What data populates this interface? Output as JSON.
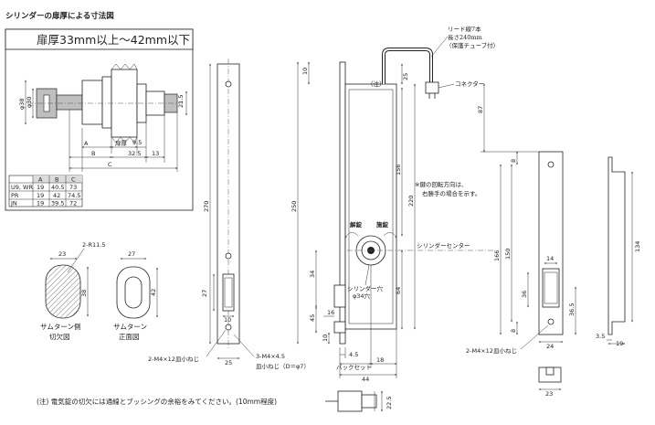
{
  "section_title": "シリンダーの扉厚による寸法図",
  "door_range_title": "扉厚33mm以上〜42mm以下",
  "cylinder_view": {
    "dim_phi38": "φ38",
    "dim_phi30": "φ30",
    "dim_21_5": "21.5",
    "dim_9_5": "9.5",
    "dim_32_5": "32.5",
    "dim_13": "13",
    "label_A": "A",
    "label_B": "B",
    "label_C": "C",
    "label_door": "扉厚"
  },
  "table": {
    "headers": [
      "",
      "A",
      "B",
      "C"
    ],
    "rows": [
      [
        "U9, WR",
        "19",
        "40.5",
        "73"
      ],
      [
        "PR",
        "19",
        "42",
        "74.5"
      ],
      [
        "JN",
        "19",
        "39.5",
        "72"
      ]
    ]
  },
  "cutout": {
    "dim_23": "23",
    "dim_r": "2-R11.5",
    "dim_38": "38",
    "caption_line1": "サムターン側",
    "caption_line2": "切欠図"
  },
  "thumbturn": {
    "dim_27": "27",
    "dim_42": "42",
    "caption_line1": "サムターン",
    "caption_line2": "正面図"
  },
  "front_plate": {
    "dim_270": "270",
    "dim_27": "27",
    "dim_10": "10",
    "dim_25": "25",
    "screw_label": "2-M4×12皿小ねじ",
    "screw2_line1": "3-M4×4.5",
    "screw2_line2": "皿小ねじ（D＝φ7）"
  },
  "main_body": {
    "dim_10": "10",
    "dim_250": "250",
    "dim_25": "25",
    "dim_156": "156",
    "dim_220": "220",
    "dim_34": "34",
    "dim_64": "64",
    "dim_45": "45",
    "dim_16": "16",
    "dim_10b": "10",
    "dim_4_5": "4.5",
    "dim_18": "18",
    "dim_44": "44",
    "backset_label": "バックセット",
    "unlock_label": "解錠",
    "lock_label": "施錠",
    "cylinder_hole_line1": "シリンダー穴",
    "cylinder_hole_line2": "φ34穴",
    "note_mark": "（注）",
    "lead_line1": "リード線7本",
    "lead_line2": "長さ240mm",
    "lead_line3": "（保護チューブ付）",
    "connector_label": "コネクター",
    "cylinder_center": "シリンダーセンター",
    "key_note_line1": "※鍵の回転方向は、",
    "key_note_line2": "右勝手の場合を示す。"
  },
  "strike": {
    "dim_87": "87",
    "dim_8": "8",
    "dim_166": "166",
    "dim_150": "150",
    "dim_14": "14",
    "dim_36": "36",
    "dim_36_5": "36.5",
    "dim_8b": "8",
    "dim_24": "24",
    "dim_134": "134",
    "dim_3_5": "3.5",
    "dim_19": "19",
    "dim_23": "23",
    "screw_label": "2-M4×12皿小ねじ"
  },
  "connector_detail": {
    "dim_22_5": "22.5"
  },
  "footnote": "(注) 電気錠の切欠には通線とブッシングの余裕をみてください。(10mm程度)"
}
